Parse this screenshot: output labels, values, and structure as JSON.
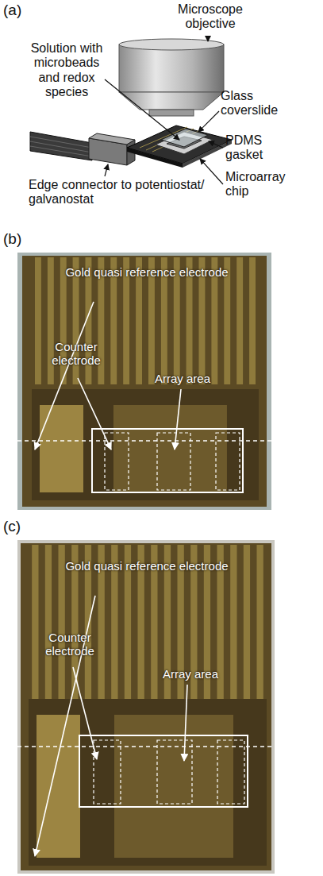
{
  "diagram": {
    "labels": [
      "(a)",
      "Microscope objective",
      "Solution with microbeads and redox species",
      "Glass coverslide",
      "PDMS gasket",
      "Microarray chip",
      "Edge connector to potentiostat/ galvanostat",
      "(b)",
      "Gold quasi reference electrode",
      "Counter electrode",
      "Array area",
      "(c)",
      "Gold quasi reference electrode",
      "Counter electrode",
      "Array area"
    ]
  }
}
